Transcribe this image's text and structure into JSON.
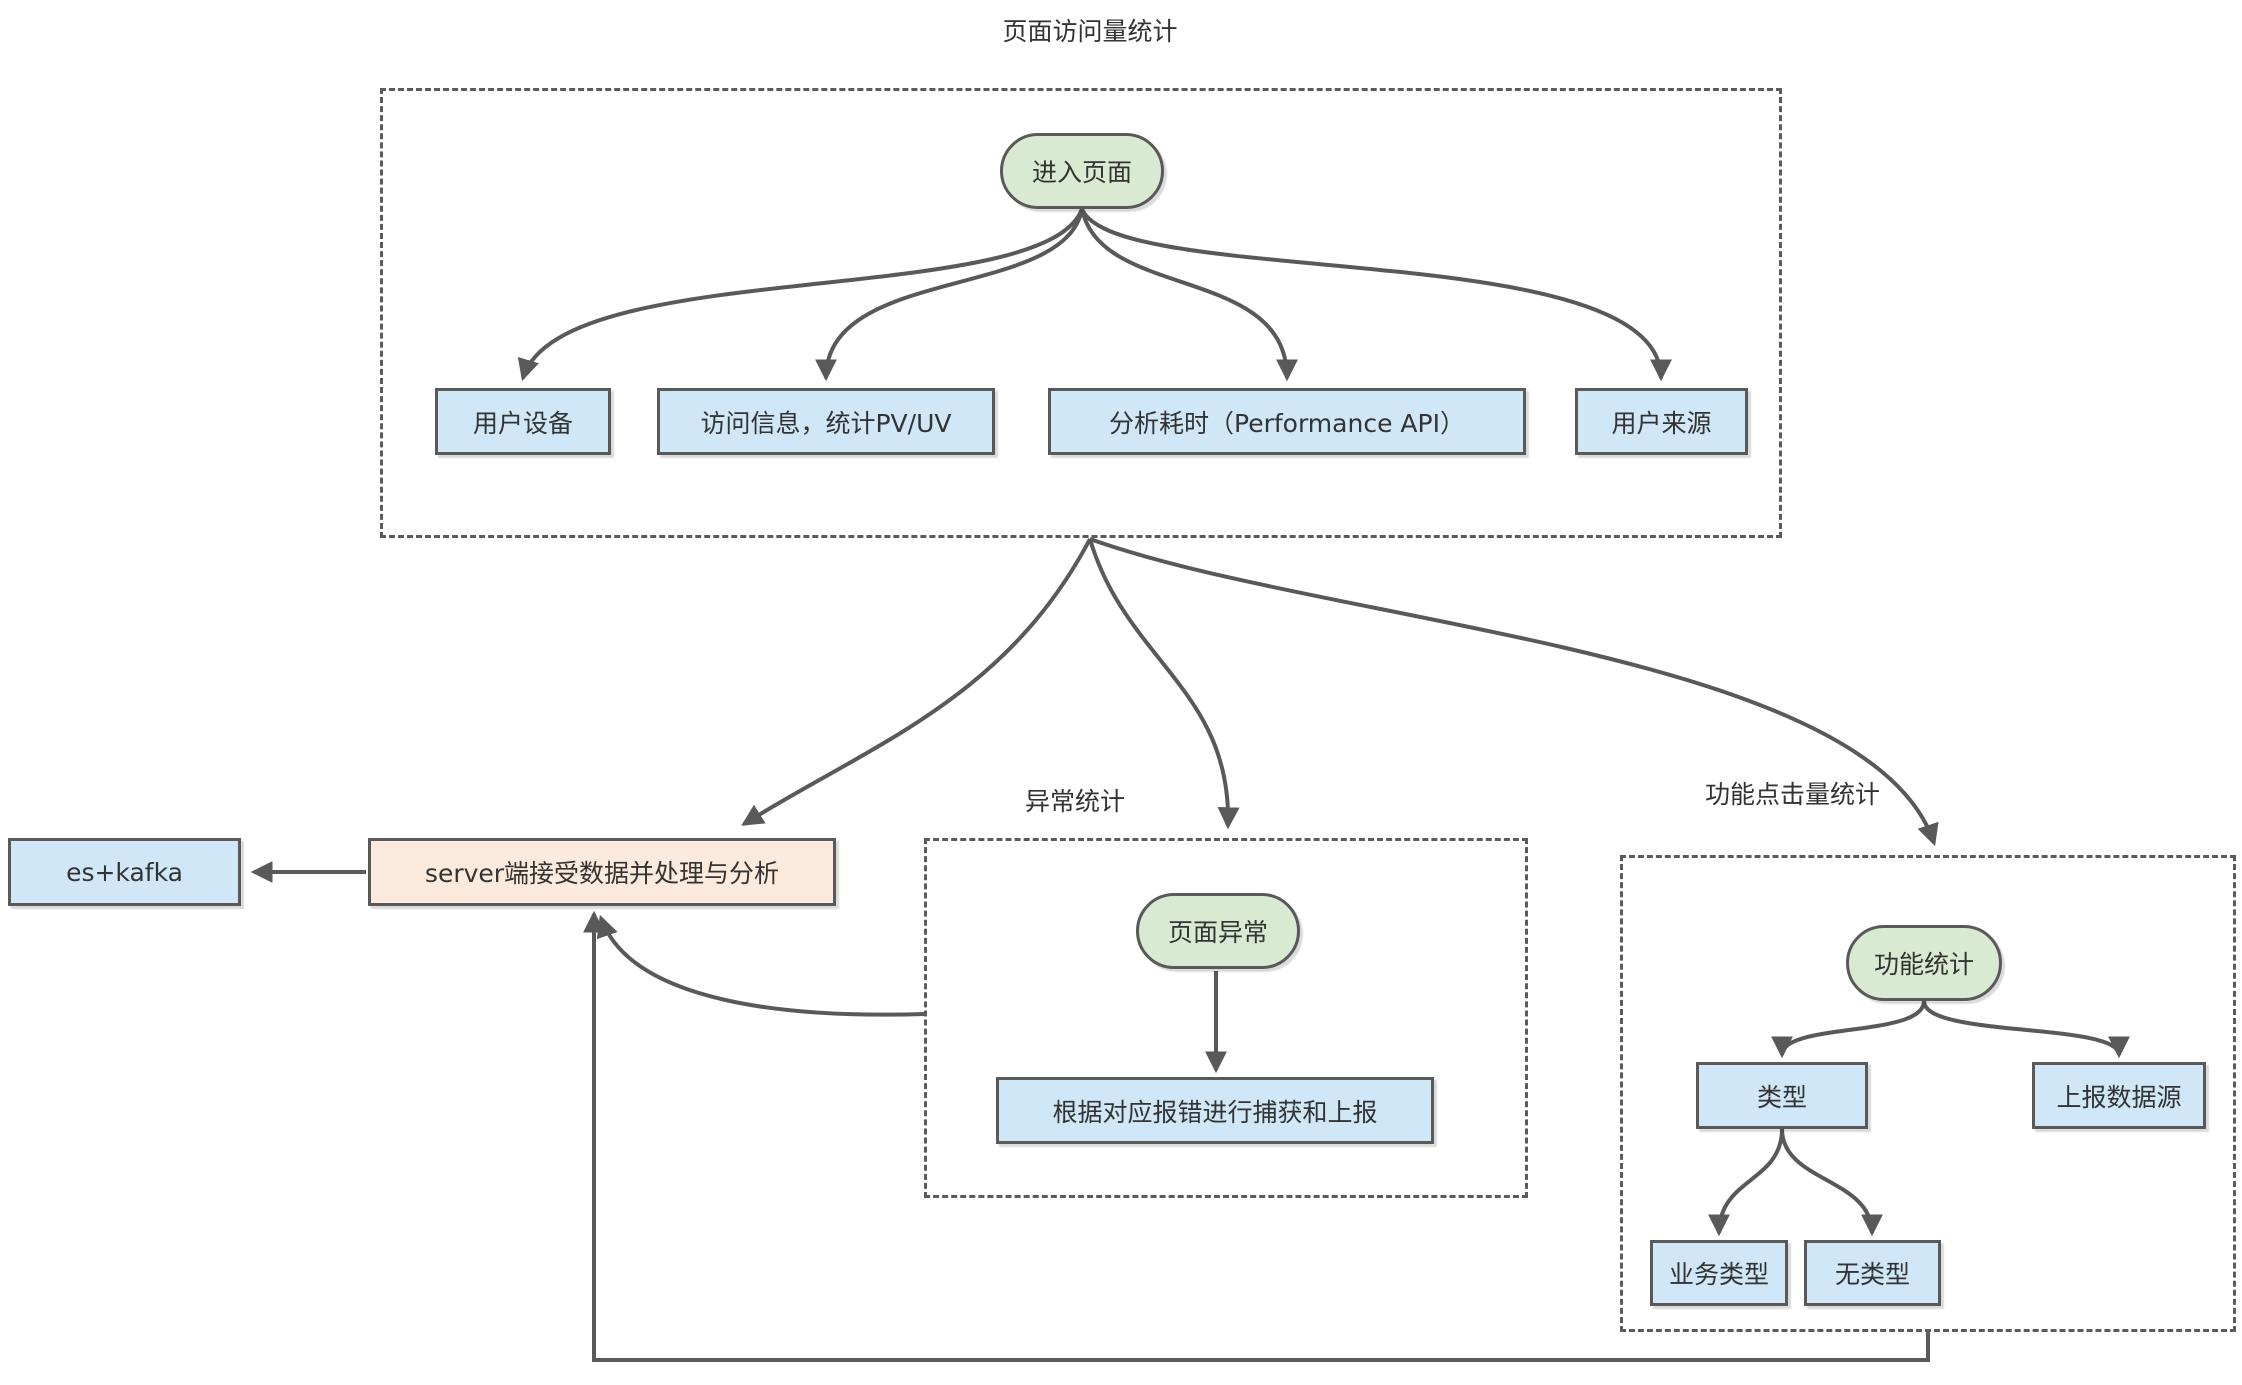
{
  "diagram": {
    "sections": {
      "page_visits_label": "页面访问量统计",
      "exception_label": "异常统计",
      "feature_label": "功能点击量统计"
    },
    "nodes": {
      "enter_page": "进入页面",
      "user_device": "用户设备",
      "visit_info": "访问信息，统计PV/UV",
      "perf": "分析耗时（Performance API）",
      "user_source": "用户来源",
      "es_kafka": "es+kafka",
      "server": "server端接受数据并处理与分析",
      "page_exception": "页面异常",
      "error_capture": "根据对应报错进行捕获和上报",
      "feature_stats": "功能统计",
      "type": "类型",
      "report_source": "上报数据源",
      "business_type": "业务类型",
      "no_type": "无类型"
    },
    "colors": {
      "node_green": "#d9ead3",
      "node_blue": "#cfe7f7",
      "node_peach": "#fcebdc",
      "stroke": "#595959",
      "text": "#333333"
    }
  }
}
